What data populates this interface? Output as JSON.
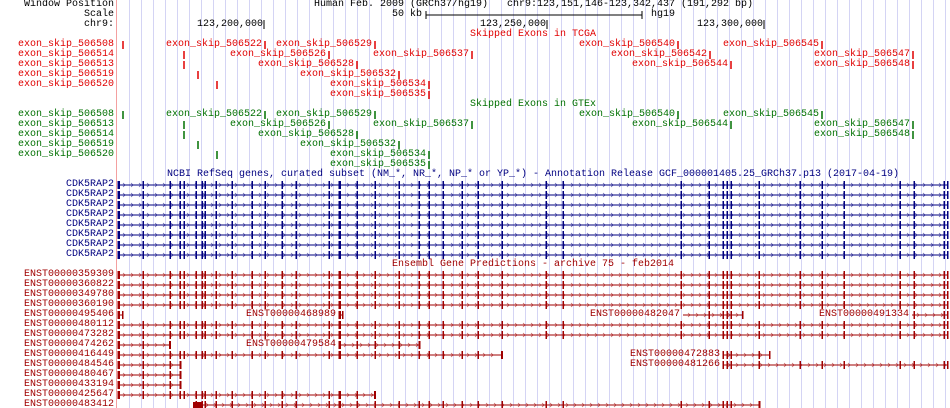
{
  "header": {
    "window_position_label": "Window Position",
    "scale_label": "Scale",
    "chrom_label": "chr9:",
    "assembly": "Human Feb. 2009 (GRCh37/hg19)",
    "position": "chr9:123,151,146-123,342,437 (191,292 bp)",
    "scale_text": "50 kb",
    "scale_db": "hg19",
    "ticks": [
      "123,200,000",
      "123,250,000",
      "123,300,000"
    ]
  },
  "tcga": {
    "title": "Skipped Exons in TCGA",
    "left_labels": [
      "exon_skip_506508",
      "exon_skip_506514",
      "exon_skip_506513",
      "exon_skip_506519",
      "exon_skip_506520"
    ],
    "rows": [
      [
        "exon_skip_506522",
        "exon_skip_506529",
        "exon_skip_506540",
        "exon_skip_506545"
      ],
      [
        "exon_skip_506526",
        "exon_skip_506537",
        "exon_skip_506542",
        "exon_skip_506547"
      ],
      [
        "exon_skip_506528",
        "exon_skip_506544",
        "exon_skip_506548"
      ],
      [
        "exon_skip_506532"
      ],
      [
        "exon_skip_506534"
      ],
      [
        "exon_skip_506535"
      ]
    ]
  },
  "gtex": {
    "title": "Skipped Exons in GTEx",
    "left_labels": [
      "exon_skip_506508",
      "exon_skip_506513",
      "exon_skip_506514",
      "exon_skip_506519",
      "exon_skip_506520"
    ],
    "rows": [
      [
        "exon_skip_506522",
        "exon_skip_506529",
        "exon_skip_506540",
        "exon_skip_506545"
      ],
      [
        "exon_skip_506526",
        "exon_skip_506537",
        "exon_skip_506544",
        "exon_skip_506547"
      ],
      [
        "exon_skip_506528",
        "exon_skip_506548"
      ],
      [
        "exon_skip_506532"
      ],
      [
        "exon_skip_506534"
      ],
      [
        "exon_skip_506535"
      ]
    ]
  },
  "refseq": {
    "title": "NCBI RefSeq genes, curated subset (NM_*, NR_*, NP_* or YP_*) - Annotation Release GCF_000001405.25_GRCh37.p13 (2017-04-19)",
    "genes": [
      "CDK5RAP2",
      "CDK5RAP2",
      "CDK5RAP2",
      "CDK5RAP2",
      "CDK5RAP2",
      "CDK5RAP2",
      "CDK5RAP2",
      "CDK5RAP2"
    ],
    "color": "#000080"
  },
  "ensembl": {
    "title": "Ensembl Gene Predictions - archive 75 - feb2014",
    "color": "#a00000",
    "left_labels": [
      "ENST00000359309",
      "ENST00000360822",
      "ENST00000349780",
      "ENST00000360190",
      "ENST00000495406",
      "ENST00000480112",
      "ENST00000473282",
      "ENST00000474262",
      "ENST00000416449",
      "ENST00000484546",
      "ENST00000480467",
      "ENST00000433194",
      "ENST00000425647",
      "ENST00000483412"
    ],
    "inline_labels": [
      "ENST00000468989",
      "ENST00000482047",
      "ENST00000491334",
      "ENST00000479584",
      "ENST00000472883",
      "ENST00000481266"
    ]
  }
}
